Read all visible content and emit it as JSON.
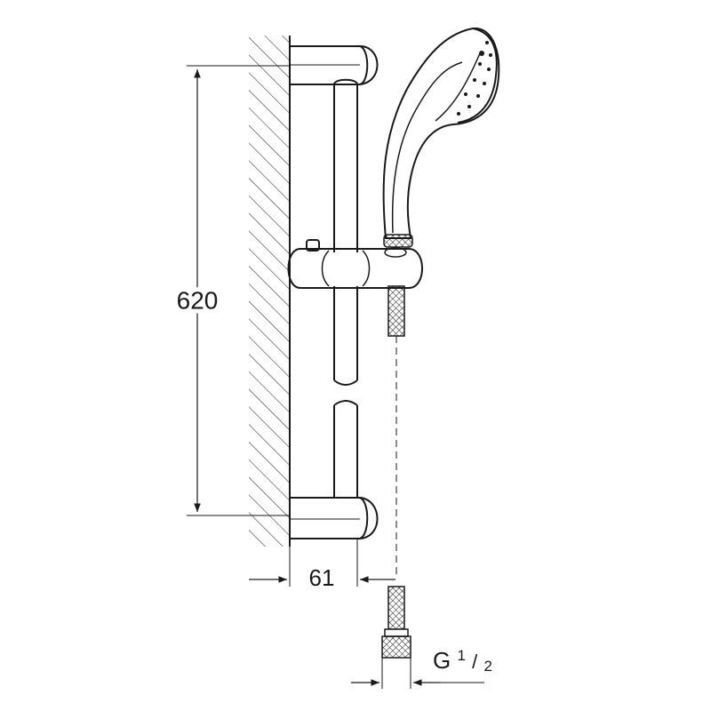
{
  "dimensions": {
    "height": "620",
    "depth": "61",
    "thread_main": "G ",
    "thread_num": "1",
    "thread_den": "2"
  }
}
